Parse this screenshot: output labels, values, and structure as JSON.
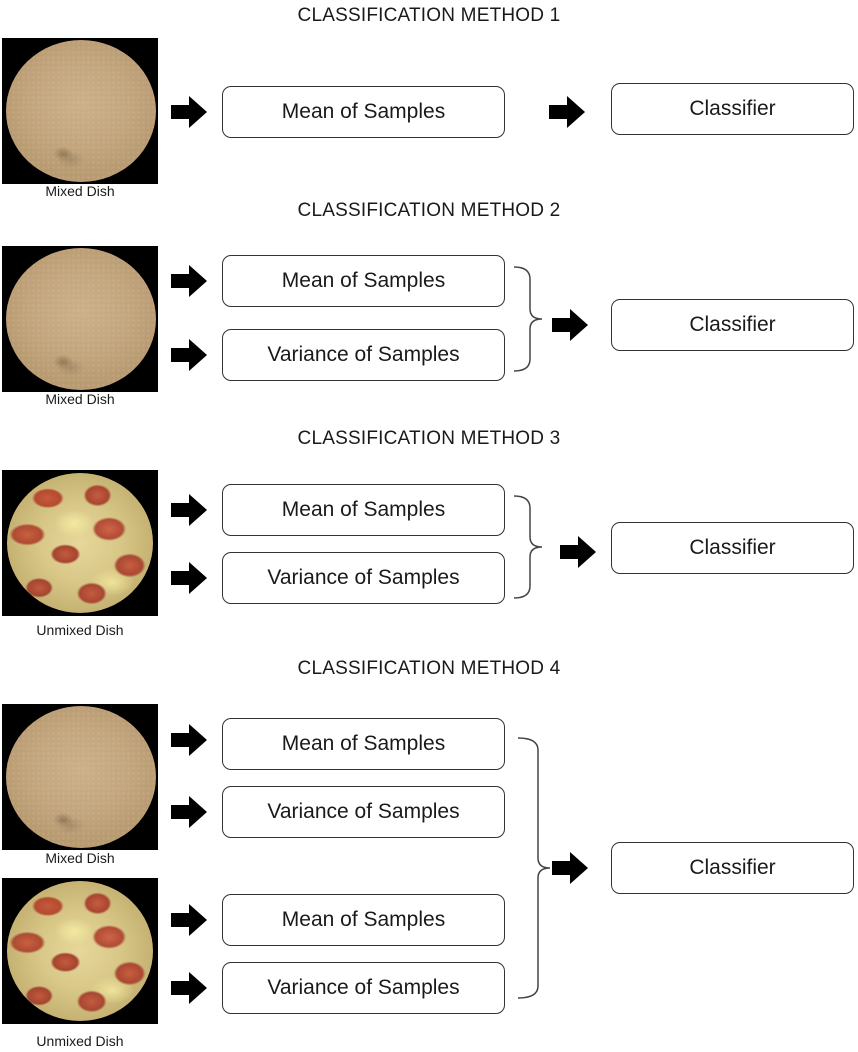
{
  "methods": [
    {
      "title": "CLASSIFICATION METHOD 1",
      "dishes": [
        {
          "type": "mixed",
          "caption": "Mixed Dish"
        }
      ],
      "features": [
        "Mean of Samples"
      ],
      "output": "Classifier"
    },
    {
      "title": "CLASSIFICATION METHOD 2",
      "dishes": [
        {
          "type": "mixed",
          "caption": "Mixed Dish"
        }
      ],
      "features": [
        "Mean of Samples",
        "Variance of Samples"
      ],
      "output": "Classifier"
    },
    {
      "title": "CLASSIFICATION METHOD 3",
      "dishes": [
        {
          "type": "unmixed",
          "caption": "Unmixed Dish"
        }
      ],
      "features": [
        "Mean of Samples",
        "Variance of Samples"
      ],
      "output": "Classifier"
    },
    {
      "title": "CLASSIFICATION METHOD 4",
      "dishes": [
        {
          "type": "mixed",
          "caption": "Mixed Dish"
        },
        {
          "type": "unmixed",
          "caption": "Unmixed Dish"
        }
      ],
      "features": [
        "Mean of Samples",
        "Variance of Samples",
        "Mean of Samples",
        "Variance of Samples"
      ],
      "output": "Classifier"
    }
  ],
  "colors": {
    "arrow": "#000000",
    "box_border": "#333333",
    "text": "#1a1a1a"
  },
  "icons": {
    "arrow": "block-arrow-right-icon",
    "brace": "right-brace-icon"
  }
}
